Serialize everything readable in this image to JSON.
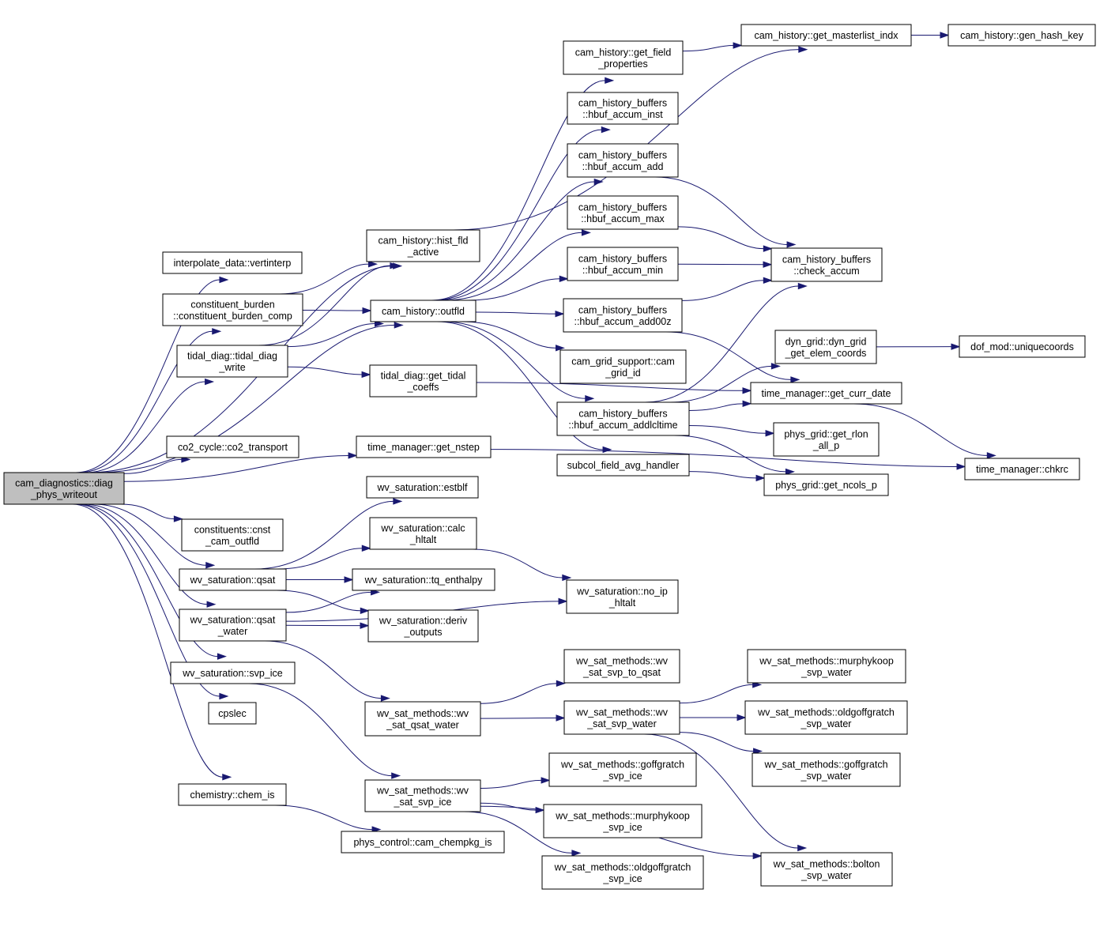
{
  "graph": {
    "title": "",
    "nodes": [
      {
        "id": "root",
        "lines": [
          "cam_diagnostics::diag",
          "_phys_writeout"
        ],
        "root": true
      },
      {
        "id": "vertinterp",
        "lines": [
          "interpolate_data::vertinterp"
        ]
      },
      {
        "id": "constituent_burden",
        "lines": [
          "constituent_burden",
          "::constituent_burden_comp"
        ]
      },
      {
        "id": "tidal_diag_write",
        "lines": [
          "tidal_diag::tidal_diag",
          "_write"
        ]
      },
      {
        "id": "co2_transport",
        "lines": [
          "co2_cycle::co2_transport"
        ]
      },
      {
        "id": "cnst_outfld",
        "lines": [
          "constituents::cnst",
          "_cam_outfld"
        ]
      },
      {
        "id": "qsat",
        "lines": [
          "wv_saturation::qsat"
        ]
      },
      {
        "id": "qsat_water",
        "lines": [
          "wv_saturation::qsat",
          "_water"
        ]
      },
      {
        "id": "svp_ice",
        "lines": [
          "wv_saturation::svp_ice"
        ]
      },
      {
        "id": "cpslec",
        "lines": [
          "cpslec"
        ]
      },
      {
        "id": "chem_is",
        "lines": [
          "chemistry::chem_is"
        ]
      },
      {
        "id": "hist_fld_active",
        "lines": [
          "cam_history::hist_fld",
          "_active"
        ]
      },
      {
        "id": "outfld",
        "lines": [
          "cam_history::outfld"
        ]
      },
      {
        "id": "get_tidal_coeffs",
        "lines": [
          "tidal_diag::get_tidal",
          "_coeffs"
        ]
      },
      {
        "id": "get_nstep",
        "lines": [
          "time_manager::get_nstep"
        ]
      },
      {
        "id": "estblf",
        "lines": [
          "wv_saturation::estblf"
        ]
      },
      {
        "id": "calc_hltalt",
        "lines": [
          "wv_saturation::calc",
          "_hltalt"
        ]
      },
      {
        "id": "tq_enthalpy",
        "lines": [
          "wv_saturation::tq_enthalpy"
        ]
      },
      {
        "id": "deriv_outputs",
        "lines": [
          "wv_saturation::deriv",
          "_outputs"
        ]
      },
      {
        "id": "wv_sat_qsat_water",
        "lines": [
          "wv_sat_methods::wv",
          "_sat_qsat_water"
        ]
      },
      {
        "id": "wv_sat_svp_ice",
        "lines": [
          "wv_sat_methods::wv",
          "_sat_svp_ice"
        ]
      },
      {
        "id": "cam_chempkg_is",
        "lines": [
          "phys_control::cam_chempkg_is"
        ]
      },
      {
        "id": "get_field_properties",
        "lines": [
          "cam_history::get_field",
          "_properties"
        ]
      },
      {
        "id": "hbuf_accum_inst",
        "lines": [
          "cam_history_buffers",
          "::hbuf_accum_inst"
        ]
      },
      {
        "id": "hbuf_accum_add",
        "lines": [
          "cam_history_buffers",
          "::hbuf_accum_add"
        ]
      },
      {
        "id": "hbuf_accum_max",
        "lines": [
          "cam_history_buffers",
          "::hbuf_accum_max"
        ]
      },
      {
        "id": "hbuf_accum_min",
        "lines": [
          "cam_history_buffers",
          "::hbuf_accum_min"
        ]
      },
      {
        "id": "hbuf_accum_add00z",
        "lines": [
          "cam_history_buffers",
          "::hbuf_accum_add00z"
        ]
      },
      {
        "id": "cam_grid_id",
        "lines": [
          "cam_grid_support::cam",
          "_grid_id"
        ]
      },
      {
        "id": "hbuf_accum_addlcltime",
        "lines": [
          "cam_history_buffers",
          "::hbuf_accum_addlcltime"
        ]
      },
      {
        "id": "subcol_field_avg_handler",
        "lines": [
          "subcol_field_avg_handler"
        ]
      },
      {
        "id": "no_ip_hltalt",
        "lines": [
          "wv_saturation::no_ip",
          "_hltalt"
        ]
      },
      {
        "id": "wv_sat_svp_to_qsat",
        "lines": [
          "wv_sat_methods::wv",
          "_sat_svp_to_qsat"
        ]
      },
      {
        "id": "wv_sat_svp_water",
        "lines": [
          "wv_sat_methods::wv",
          "_sat_svp_water"
        ]
      },
      {
        "id": "goffgratch_svp_ice",
        "lines": [
          "wv_sat_methods::goffgratch",
          "_svp_ice"
        ]
      },
      {
        "id": "murphykoop_svp_ice",
        "lines": [
          "wv_sat_methods::murphykoop",
          "_svp_ice"
        ]
      },
      {
        "id": "oldgoffgratch_svp_ice",
        "lines": [
          "wv_sat_methods::oldgoffgratch",
          "_svp_ice"
        ]
      },
      {
        "id": "get_masterlist_indx",
        "lines": [
          "cam_history::get_masterlist_indx"
        ]
      },
      {
        "id": "check_accum",
        "lines": [
          "cam_history_buffers",
          "::check_accum"
        ]
      },
      {
        "id": "dyn_grid_get_elem_coords",
        "lines": [
          "dyn_grid::dyn_grid",
          "_get_elem_coords"
        ]
      },
      {
        "id": "get_curr_date",
        "lines": [
          "time_manager::get_curr_date"
        ]
      },
      {
        "id": "get_rlon_all_p",
        "lines": [
          "phys_grid::get_rlon",
          "_all_p"
        ]
      },
      {
        "id": "get_ncols_p",
        "lines": [
          "phys_grid::get_ncols_p"
        ]
      },
      {
        "id": "murphykoop_svp_water",
        "lines": [
          "wv_sat_methods::murphykoop",
          "_svp_water"
        ]
      },
      {
        "id": "oldgoffgratch_svp_water",
        "lines": [
          "wv_sat_methods::oldgoffgratch",
          "_svp_water"
        ]
      },
      {
        "id": "goffgratch_svp_water",
        "lines": [
          "wv_sat_methods::goffgratch",
          "_svp_water"
        ]
      },
      {
        "id": "bolton_svp_water",
        "lines": [
          "wv_sat_methods::bolton",
          "_svp_water"
        ]
      },
      {
        "id": "gen_hash_key",
        "lines": [
          "cam_history::gen_hash_key"
        ]
      },
      {
        "id": "uniquecoords",
        "lines": [
          "dof_mod::uniquecoords"
        ]
      },
      {
        "id": "chkrc",
        "lines": [
          "time_manager::chkrc"
        ]
      }
    ],
    "edges": [
      [
        "root",
        "hist_fld_active"
      ],
      [
        "root",
        "vertinterp"
      ],
      [
        "root",
        "constituent_burden"
      ],
      [
        "root",
        "tidal_diag_write"
      ],
      [
        "root",
        "outfld"
      ],
      [
        "root",
        "co2_transport"
      ],
      [
        "root",
        "get_nstep"
      ],
      [
        "root",
        "cnst_outfld"
      ],
      [
        "root",
        "qsat"
      ],
      [
        "root",
        "qsat_water"
      ],
      [
        "root",
        "svp_ice"
      ],
      [
        "root",
        "cpslec"
      ],
      [
        "root",
        "chem_is"
      ],
      [
        "constituent_burden",
        "hist_fld_active"
      ],
      [
        "constituent_burden",
        "outfld"
      ],
      [
        "tidal_diag_write",
        "hist_fld_active"
      ],
      [
        "tidal_diag_write",
        "outfld"
      ],
      [
        "tidal_diag_write",
        "get_tidal_coeffs"
      ],
      [
        "hist_fld_active",
        "get_masterlist_indx"
      ],
      [
        "outfld",
        "get_field_properties"
      ],
      [
        "outfld",
        "hbuf_accum_inst"
      ],
      [
        "outfld",
        "hbuf_accum_add"
      ],
      [
        "outfld",
        "hbuf_accum_max"
      ],
      [
        "outfld",
        "hbuf_accum_min"
      ],
      [
        "outfld",
        "hbuf_accum_add00z"
      ],
      [
        "outfld",
        "cam_grid_id"
      ],
      [
        "outfld",
        "hbuf_accum_addlcltime"
      ],
      [
        "outfld",
        "subcol_field_avg_handler"
      ],
      [
        "get_field_properties",
        "get_masterlist_indx"
      ],
      [
        "get_masterlist_indx",
        "gen_hash_key"
      ],
      [
        "hbuf_accum_add",
        "check_accum"
      ],
      [
        "hbuf_accum_max",
        "check_accum"
      ],
      [
        "hbuf_accum_min",
        "check_accum"
      ],
      [
        "hbuf_accum_add00z",
        "check_accum"
      ],
      [
        "hbuf_accum_add00z",
        "get_curr_date"
      ],
      [
        "hbuf_accum_addlcltime",
        "check_accum"
      ],
      [
        "hbuf_accum_addlcltime",
        "dyn_grid_get_elem_coords"
      ],
      [
        "hbuf_accum_addlcltime",
        "get_curr_date"
      ],
      [
        "hbuf_accum_addlcltime",
        "get_rlon_all_p"
      ],
      [
        "hbuf_accum_addlcltime",
        "get_ncols_p"
      ],
      [
        "dyn_grid_get_elem_coords",
        "uniquecoords"
      ],
      [
        "get_curr_date",
        "chkrc"
      ],
      [
        "subcol_field_avg_handler",
        "get_ncols_p"
      ],
      [
        "get_tidal_coeffs",
        "get_curr_date"
      ],
      [
        "get_nstep",
        "chkrc"
      ],
      [
        "qsat",
        "estblf"
      ],
      [
        "qsat",
        "calc_hltalt"
      ],
      [
        "qsat",
        "tq_enthalpy"
      ],
      [
        "qsat",
        "deriv_outputs"
      ],
      [
        "qsat_water",
        "tq_enthalpy"
      ],
      [
        "qsat_water",
        "deriv_outputs"
      ],
      [
        "qsat_water",
        "no_ip_hltalt"
      ],
      [
        "qsat_water",
        "wv_sat_qsat_water"
      ],
      [
        "calc_hltalt",
        "no_ip_hltalt"
      ],
      [
        "wv_sat_qsat_water",
        "wv_sat_svp_to_qsat"
      ],
      [
        "wv_sat_qsat_water",
        "wv_sat_svp_water"
      ],
      [
        "wv_sat_svp_water",
        "murphykoop_svp_water"
      ],
      [
        "wv_sat_svp_water",
        "oldgoffgratch_svp_water"
      ],
      [
        "wv_sat_svp_water",
        "goffgratch_svp_water"
      ],
      [
        "wv_sat_svp_water",
        "bolton_svp_water"
      ],
      [
        "svp_ice",
        "wv_sat_svp_ice"
      ],
      [
        "wv_sat_svp_ice",
        "goffgratch_svp_ice"
      ],
      [
        "wv_sat_svp_ice",
        "murphykoop_svp_ice"
      ],
      [
        "wv_sat_svp_ice",
        "oldgoffgratch_svp_ice"
      ],
      [
        "wv_sat_svp_ice",
        "bolton_svp_water"
      ],
      [
        "chem_is",
        "cam_chempkg_is"
      ]
    ]
  }
}
